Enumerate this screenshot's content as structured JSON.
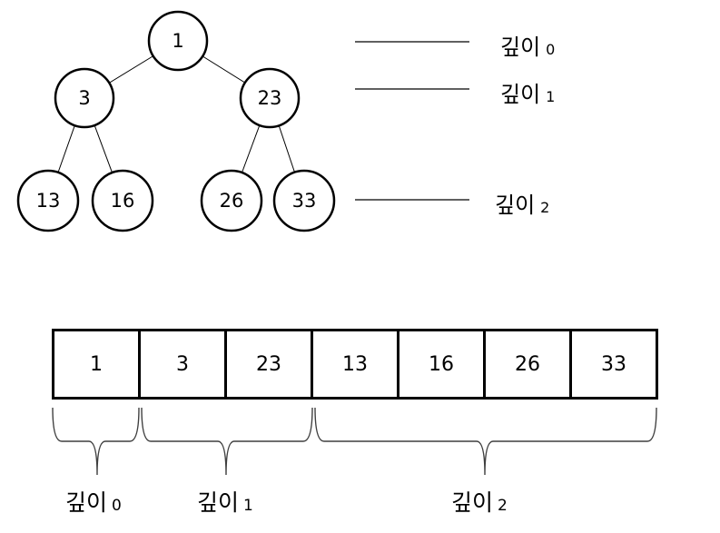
{
  "tree": {
    "nodes": [
      {
        "value": "1",
        "depth": 0
      },
      {
        "value": "3",
        "depth": 1
      },
      {
        "value": "23",
        "depth": 1
      },
      {
        "value": "13",
        "depth": 2
      },
      {
        "value": "16",
        "depth": 2
      },
      {
        "value": "26",
        "depth": 2
      },
      {
        "value": "33",
        "depth": 2
      }
    ],
    "edges": [
      [
        0,
        1
      ],
      [
        0,
        2
      ],
      [
        1,
        3
      ],
      [
        1,
        4
      ],
      [
        2,
        5
      ],
      [
        2,
        6
      ]
    ]
  },
  "depth_legend": {
    "items": [
      {
        "label": "깊이",
        "number": "0"
      },
      {
        "label": "깊이",
        "number": "1"
      },
      {
        "label": "깊이",
        "number": "2"
      }
    ]
  },
  "array": {
    "cells": [
      "1",
      "3",
      "23",
      "13",
      "16",
      "26",
      "33"
    ]
  },
  "depth_groups": {
    "items": [
      {
        "label": "깊이",
        "number": "0",
        "cells": [
          0
        ]
      },
      {
        "label": "깊이",
        "number": "1",
        "cells": [
          1,
          2
        ]
      },
      {
        "label": "깊이",
        "number": "2",
        "cells": [
          3,
          4,
          5,
          6
        ]
      }
    ]
  },
  "colors": {
    "background": "#ffffff",
    "stroke": "#000000",
    "brace": "#3f3f3f"
  }
}
